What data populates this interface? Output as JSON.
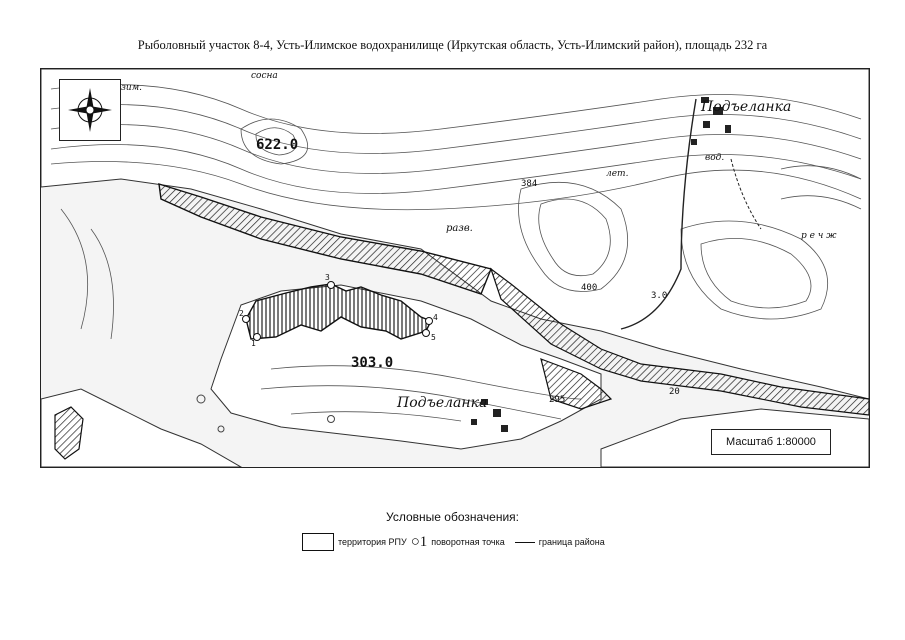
{
  "title": "Рыболовный участок 8-4, Усть-Илимское водохранилище (Иркутская область, Усть-Илимский район), площадь 232 га",
  "map": {
    "labels": {
      "village_top": "Подъеланка",
      "village_bottom": "Подъеланка",
      "peak": "622.0",
      "island_height": "303.0",
      "h384": "384",
      "h400": "400",
      "h295": "295",
      "h3_0": "3.0",
      "h20": "20",
      "sosna": "сосна",
      "raz": "разв.",
      "zim": "зим.",
      "let": "лет.",
      "vod": "вод.",
      "rech": "р е ч ж"
    },
    "turning_points": [
      "1",
      "2",
      "3",
      "4",
      "5"
    ],
    "scale": "Масштаб 1:80000"
  },
  "legend": {
    "title": "Условные обозначения:",
    "rpu": "территория РПУ",
    "point_symbol": "○1",
    "point": "поворотная точка",
    "border": "граница района"
  },
  "colors": {
    "water": "#f4f4f4",
    "land": "#ffffff",
    "hatch": "#222222"
  },
  "icons": {
    "compass": "compass-rose-icon"
  }
}
